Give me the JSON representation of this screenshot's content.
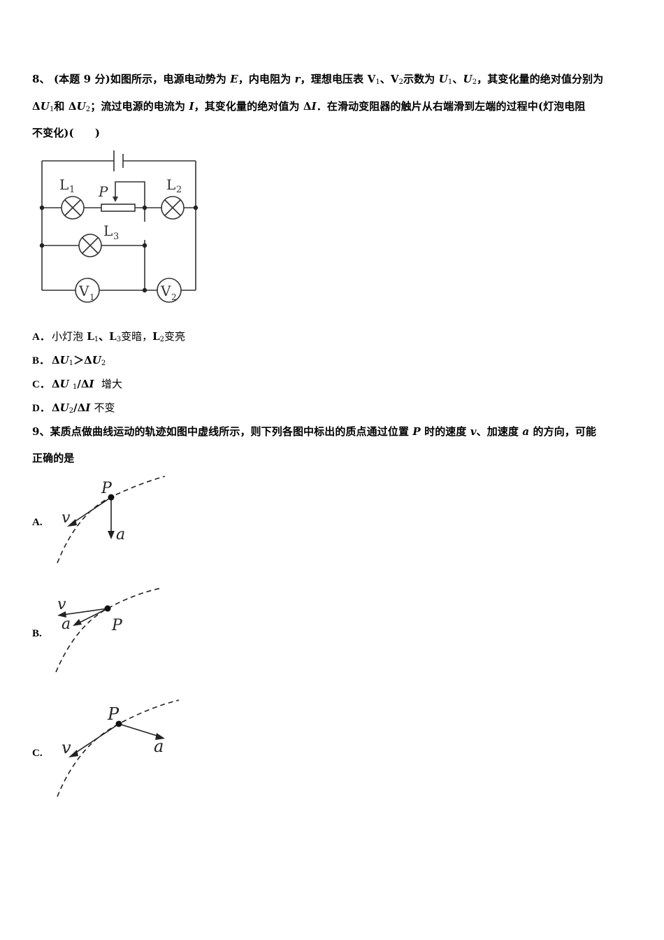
{
  "q8": {
    "number": "8、",
    "line1": "(本题 9 分)如图所示，电源电动势为 E，内电阻为 r，理想电压表 V1、V2示数为 U1、U2，其变化量的绝对值分别为",
    "line2": "ΔU1和 ΔU2；流过电源的电流为 I，其变化量的绝对值为 ΔI．在滑动变阻器的触片从右端滑到左端的过程中(灯泡电阻",
    "line3": "不变化)(　　)",
    "circuit": {
      "labels": {
        "L1": "L",
        "L1_sub": "1",
        "L2": "L",
        "L2_sub": "2",
        "L3": "L",
        "L3_sub": "3",
        "P": "P",
        "V1": "V",
        "V1_sub": "1",
        "V2": "V",
        "V2_sub": "2"
      }
    },
    "options": [
      {
        "label": "A．",
        "text": "小灯泡 L1、L3变暗，L2变亮"
      },
      {
        "label": "B．",
        "text": "ΔU1＞ΔU2"
      },
      {
        "label": "C．",
        "text": "ΔU1/ΔI  增大"
      },
      {
        "label": "D．",
        "text": "ΔU2/ΔI 不变"
      }
    ]
  },
  "q9": {
    "line1": "9、某质点做曲线运动的轨迹如图中虚线所示，则下列各图中标出的质点通过位置 P 时的速度 v、加速度 a 的方向，可能",
    "line2": "正确的是",
    "figures": [
      {
        "label": "A.",
        "P": "P",
        "v": "v",
        "a": "a"
      },
      {
        "label": "B.",
        "P": "P",
        "v": "v",
        "a": "a"
      },
      {
        "label": "C.",
        "P": "P",
        "v": "v",
        "a": "a"
      }
    ]
  }
}
